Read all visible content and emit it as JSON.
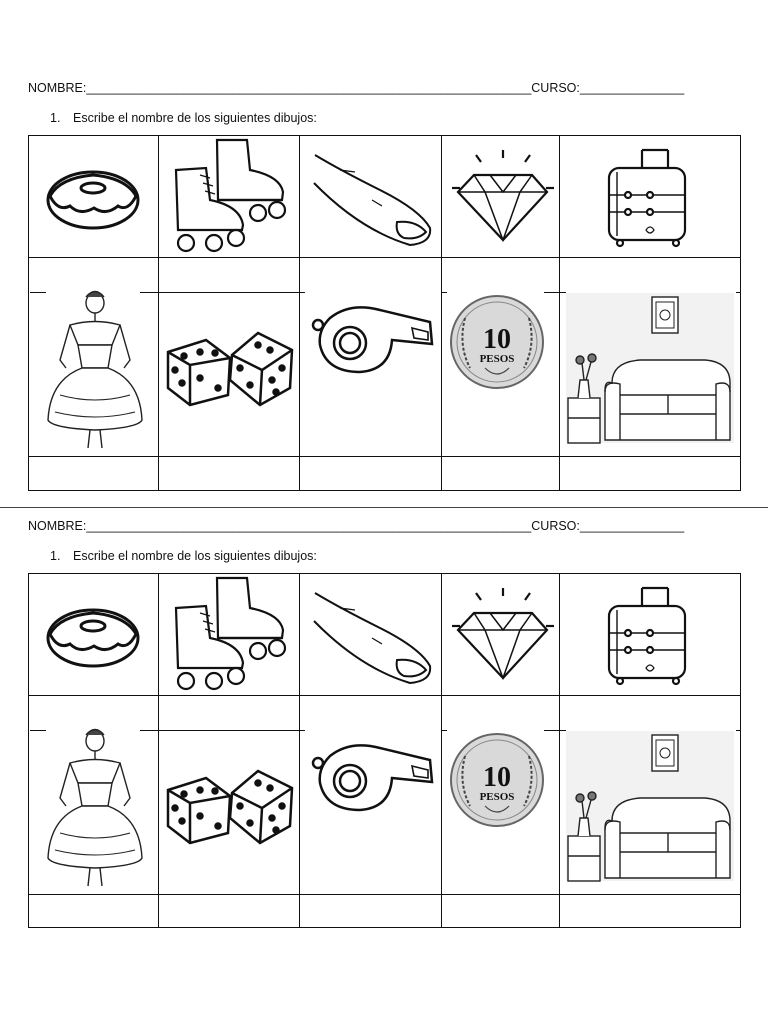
{
  "worksheets": [
    {
      "name_label": "NOMBRE:",
      "name_line": "________________________________________________________________",
      "course_label": "CURSO:",
      "course_line": "_______________",
      "instruction_number": "1.",
      "instruction_text": "Escribe el nombre de los siguientes dibujos:",
      "coin_value": "10",
      "coin_currency": "PESOS"
    },
    {
      "name_label": "NOMBRE:",
      "name_line": "________________________________________________________________",
      "course_label": "CURSO:",
      "course_line": "_______________",
      "instruction_number": "1.",
      "instruction_text": "Escribe el nombre de los siguientes dibujos:",
      "coin_value": "10",
      "coin_currency": "PESOS"
    }
  ],
  "pictures": [
    "donut-icon",
    "roller-skates-icon",
    "finger-icon",
    "diamond-icon",
    "suitcase-icon",
    "lady-in-dress-icon",
    "dice-icon",
    "whistle-icon",
    "coin-icon",
    "living-room-icon"
  ]
}
